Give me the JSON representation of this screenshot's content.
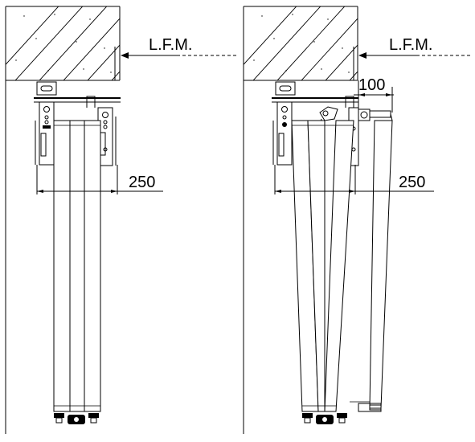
{
  "views": [
    {
      "reference_label": "L.F.M.",
      "dimensions": {
        "width": "250"
      }
    },
    {
      "reference_label": "L.F.M.",
      "dimensions": {
        "offset": "100",
        "width": "250"
      }
    }
  ]
}
